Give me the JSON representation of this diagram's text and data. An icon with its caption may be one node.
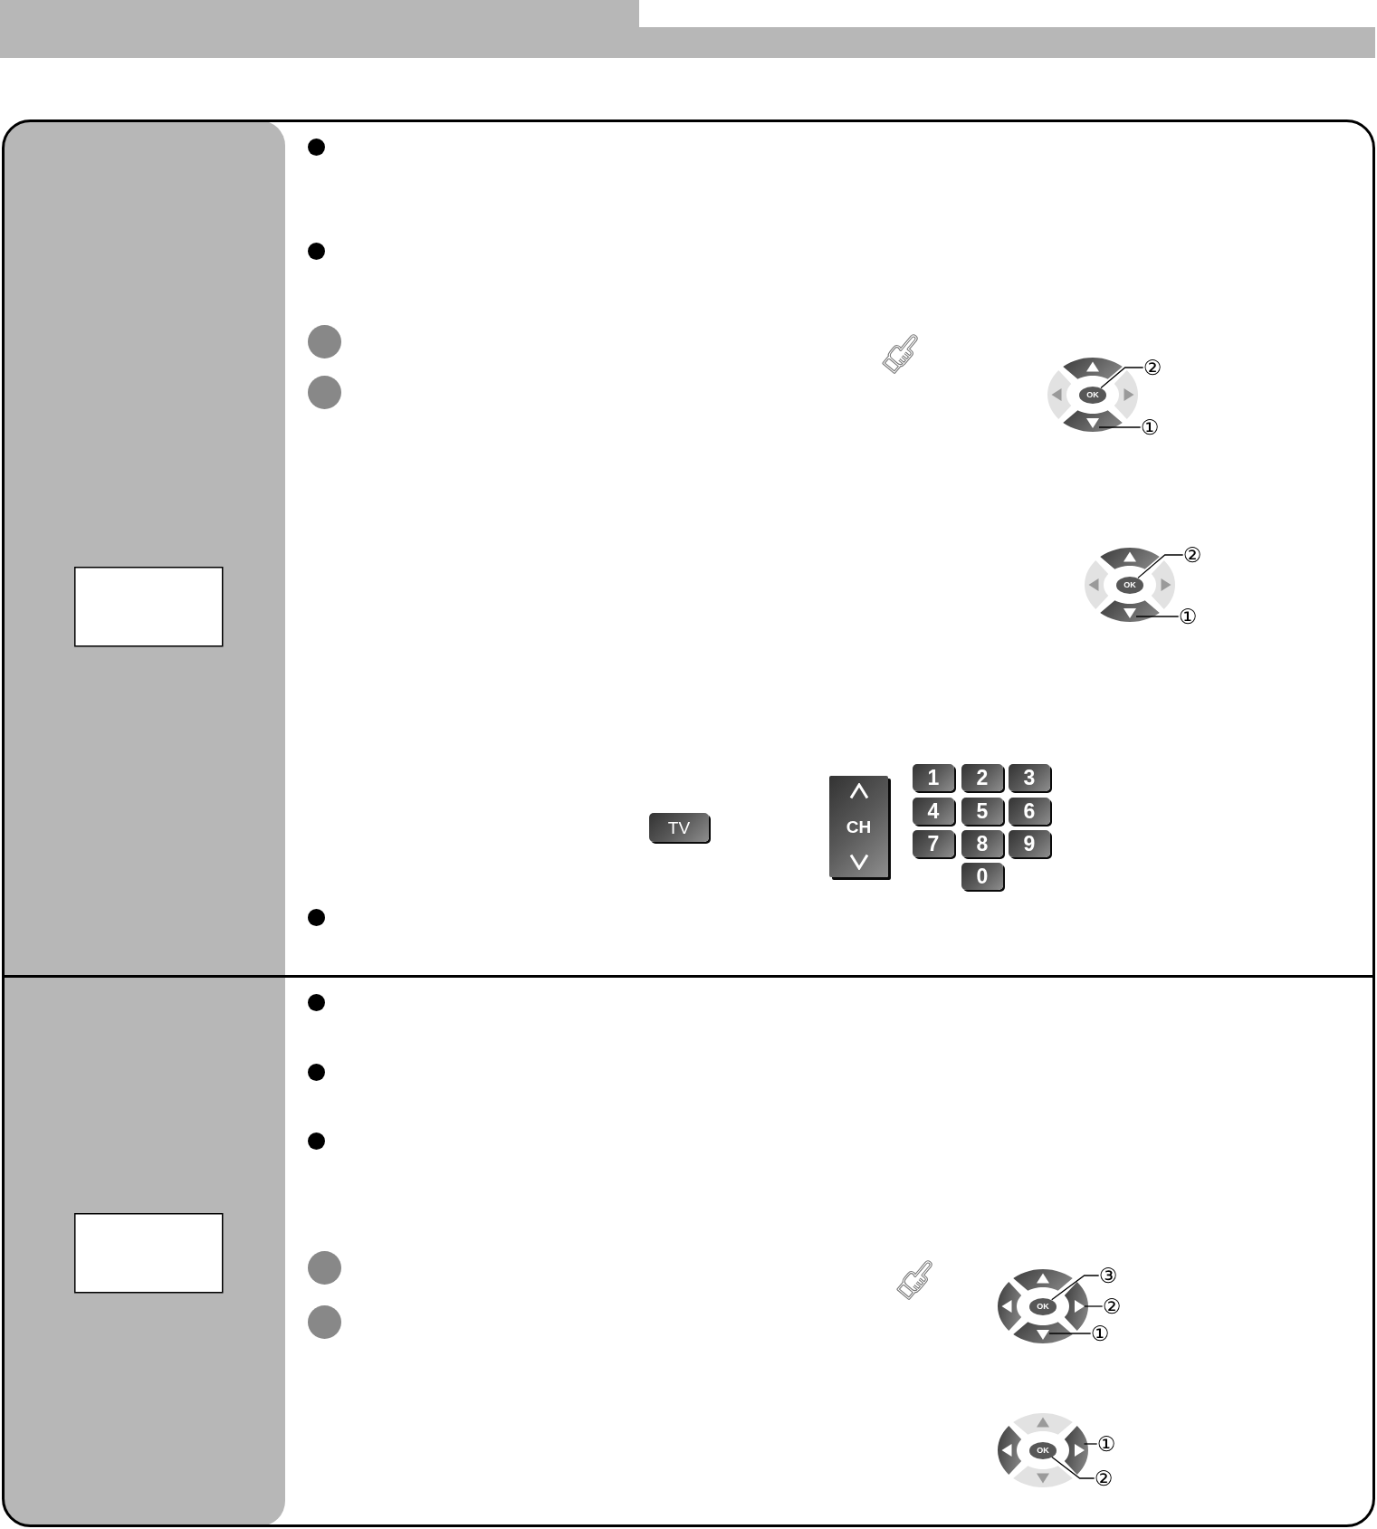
{
  "diagram": {
    "nodes": [
      {
        "text": [
          "OK"
        ]
      },
      {
        "text": [],
        "shape": "triangle"
      },
      {
        "text": [
          "②"
        ]
      },
      {
        "text": [
          "①"
        ]
      },
      {
        "text": [
          "OK"
        ]
      },
      {
        "text": [],
        "shape": "triangle"
      },
      {
        "text": [
          "②"
        ]
      },
      {
        "text": [
          "①"
        ]
      },
      {
        "text": [
          "TV"
        ]
      },
      {
        "text": [
          "CH"
        ]
      },
      {
        "text": [
          "1"
        ]
      },
      {
        "text": [
          "2"
        ]
      },
      {
        "text": [
          "3"
        ]
      },
      {
        "text": [
          "4"
        ]
      },
      {
        "text": [
          "5"
        ]
      },
      {
        "text": [
          "6"
        ]
      },
      {
        "text": [
          "7"
        ]
      },
      {
        "text": [
          "8"
        ]
      },
      {
        "text": [
          "9"
        ]
      },
      {
        "text": [
          "0"
        ]
      },
      {
        "text": [
          "OK"
        ]
      },
      {
        "text": [],
        "shape": "triangle"
      },
      {
        "text": [],
        "shape": "triangle"
      },
      {
        "text": [
          "③"
        ]
      },
      {
        "text": [
          "②"
        ]
      },
      {
        "text": [
          "①"
        ]
      },
      {
        "text": [
          "OK"
        ]
      },
      {
        "text": [],
        "shape": "triangle"
      },
      {
        "text": [
          "①"
        ]
      },
      {
        "text": [
          "②"
        ]
      }
    ],
    "edges": [
      {
        "from": 2,
        "to": 0,
        "arrow": "none"
      },
      {
        "from": 3,
        "to": 1,
        "arrow": "none"
      },
      {
        "from": 6,
        "to": 4,
        "arrow": "none"
      },
      {
        "from": 7,
        "to": 5,
        "arrow": "none"
      },
      {
        "from": 23,
        "to": 20,
        "arrow": "none"
      },
      {
        "from": 24,
        "to": 21,
        "arrow": "none"
      },
      {
        "from": 25,
        "to": 22,
        "arrow": "none"
      },
      {
        "from": 28,
        "to": 27,
        "arrow": "none"
      },
      {
        "from": 29,
        "to": 26,
        "arrow": "none"
      }
    ]
  }
}
